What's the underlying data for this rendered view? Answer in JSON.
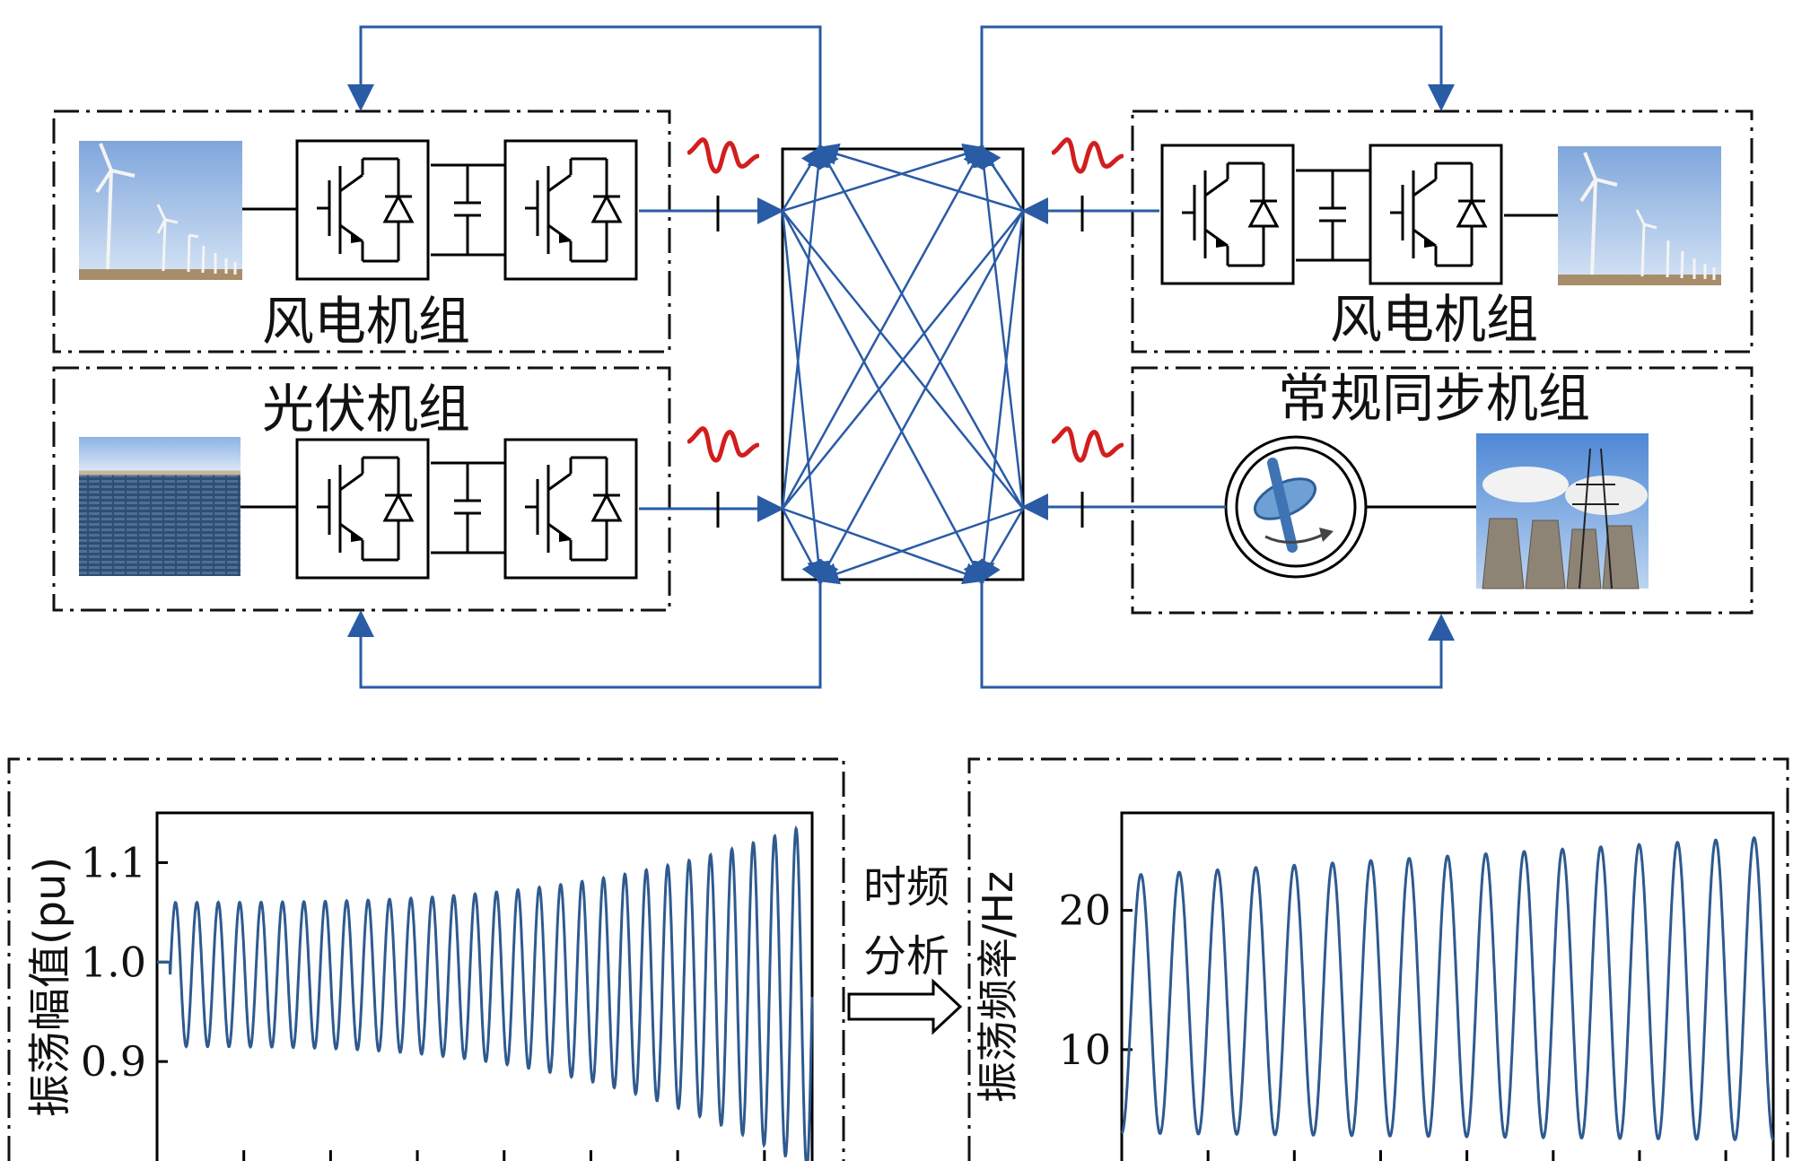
{
  "labels": {
    "wind_left": "风电机组",
    "pv": "光伏机组",
    "wind_right": "风电机组",
    "sync": "常规同步机组",
    "analysis_top": "时频",
    "analysis_bottom": "分析"
  },
  "colors": {
    "arrow": "#2a5ba5",
    "signal": "#d21e1e",
    "trace": "#2e5a8f",
    "line": "#000000"
  },
  "icons": {
    "wind_photo": "wind-farm-photo",
    "pv_photo": "solar-farm-photo",
    "plant_photo": "power-plant-photo",
    "generator": "synchronous-generator-icon",
    "converter": "igbt-converter-icon",
    "disturbance": "oscillation-disturbance-icon"
  },
  "chart_data": [
    {
      "type": "line",
      "ylabel": "振荡幅值(pu)",
      "yticks": [
        "1.1",
        "1.0",
        "0.9"
      ],
      "ylim": [
        0.8,
        1.15
      ],
      "cycles": 30,
      "start_value": 1.0,
      "peak_start": 1.06,
      "peak_end": 1.14,
      "trough_start": 0.915,
      "trough_end": 0.79
    },
    {
      "type": "line",
      "ylabel": "振荡频率/Hz",
      "yticks": [
        "20",
        "10"
      ],
      "ylim": [
        2,
        27
      ],
      "cycles": 17,
      "peak_start": 22.5,
      "peak_end": 25.3,
      "trough_start": 4.0,
      "trough_end": 3.5
    }
  ]
}
